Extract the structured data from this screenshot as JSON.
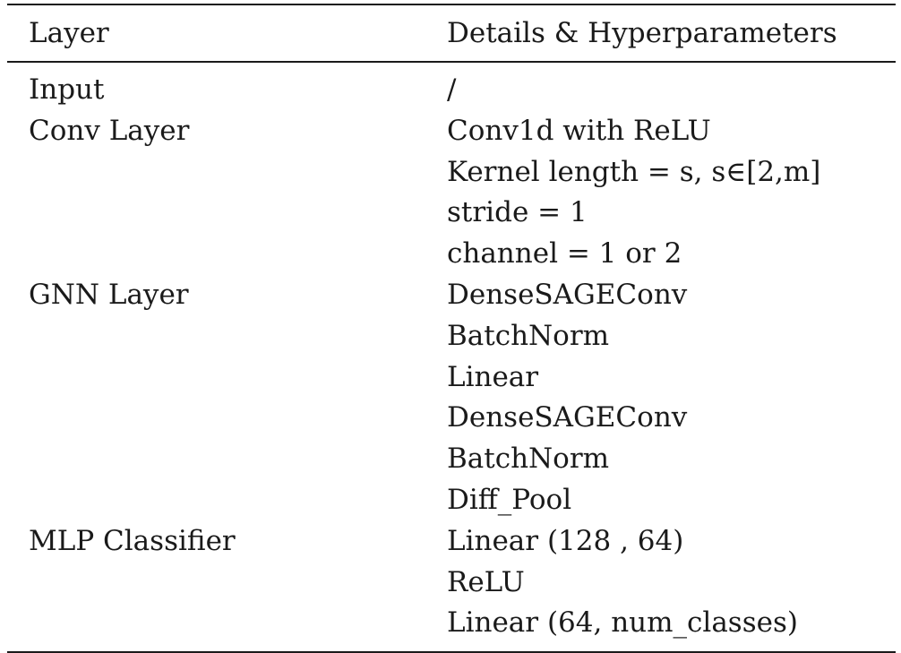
{
  "table": {
    "headers": {
      "layer": "Layer",
      "details": "Details & Hyperparameters"
    },
    "rows": [
      {
        "layer": "Input",
        "details": "/"
      },
      {
        "layer": "Conv Layer",
        "details": "Conv1d with ReLU"
      },
      {
        "layer": "",
        "details": "Kernel length = s, s∈[2,m]"
      },
      {
        "layer": "",
        "details": "stride = 1"
      },
      {
        "layer": "",
        "details": "channel = 1 or 2"
      },
      {
        "layer": "GNN Layer",
        "details": "DenseSAGEConv"
      },
      {
        "layer": "",
        "details": "BatchNorm"
      },
      {
        "layer": "",
        "details": "Linear"
      },
      {
        "layer": "",
        "details": "DenseSAGEConv"
      },
      {
        "layer": "",
        "details": "BatchNorm"
      },
      {
        "layer": "",
        "details": "Diff_Pool"
      },
      {
        "layer": "MLP Classifier",
        "details": "Linear (128 , 64)"
      },
      {
        "layer": "",
        "details": "ReLU"
      },
      {
        "layer": "",
        "details": "Linear (64, num_classes)"
      }
    ]
  }
}
